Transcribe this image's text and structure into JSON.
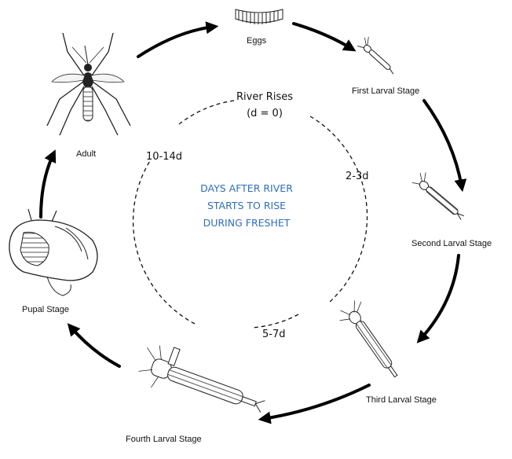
{
  "stages": {
    "eggs": "Eggs",
    "first": "First Larval Stage",
    "second": "Second Larval Stage",
    "third": "Third Larval Stage",
    "fourth": "Fourth Larval Stage",
    "pupal": "Pupal Stage",
    "adult": "Adult"
  },
  "timeline": {
    "start_line1": "River Rises",
    "start_line2": "(d = 0)",
    "t1": "2-3d",
    "t2": "5-7d",
    "t3": "10-14d"
  },
  "center_text": [
    "DAYS AFTER RIVER",
    "STARTS TO RISE",
    "DURING FRESHET"
  ],
  "colors": {
    "center_text": "#2e6fb8",
    "arrows": "#000000"
  },
  "icons": [
    "egg-raft-icon",
    "larva-icon",
    "pupa-icon",
    "mosquito-icon"
  ]
}
